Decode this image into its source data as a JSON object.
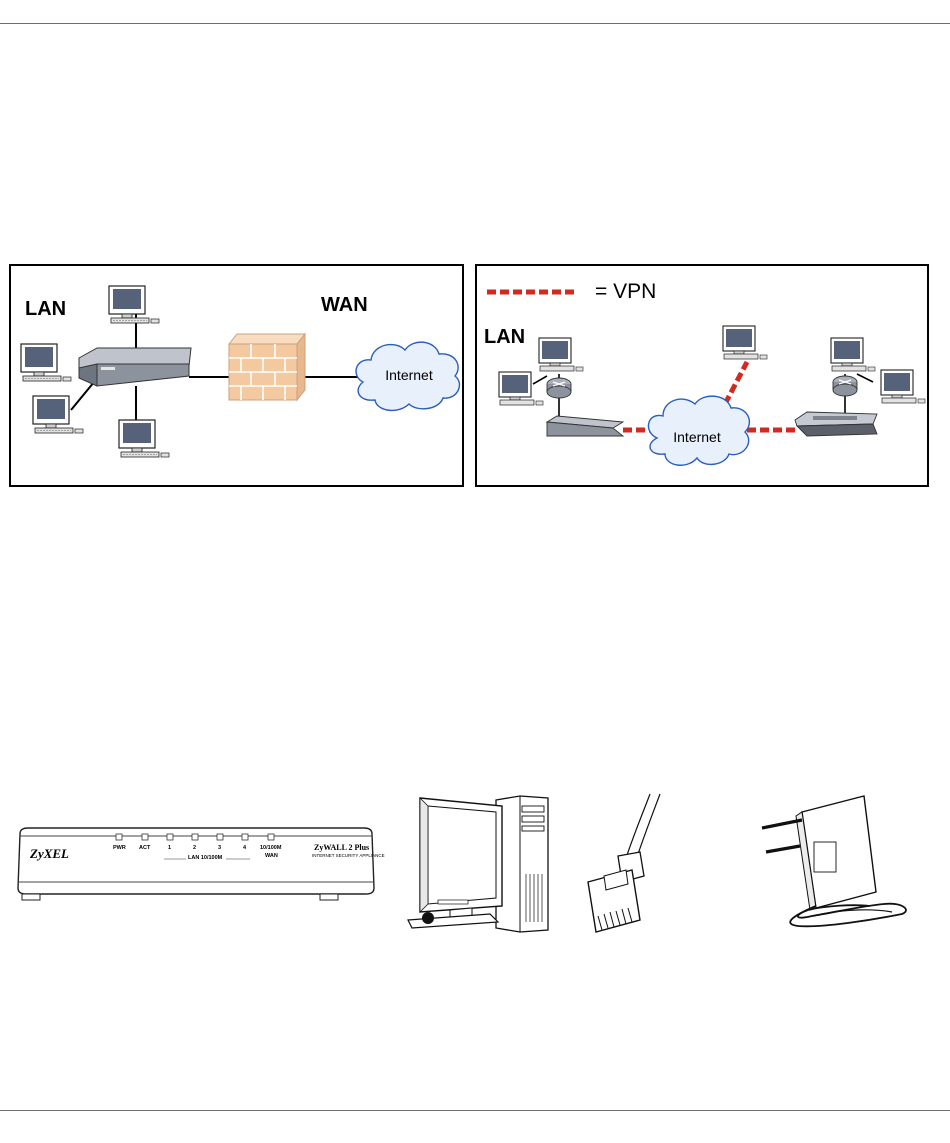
{
  "figure1": {
    "lan_label": "LAN",
    "wan_label": "WAN",
    "internet_label": "Internet"
  },
  "figure2": {
    "legend_text": "= VPN",
    "lan_label": "LAN",
    "internet_label": "Internet",
    "vpn_color": "#d22a1e"
  },
  "device": {
    "brand": "ZyXEL",
    "model": "ZyWALL 2 Plus",
    "subtitle": "INTERNET SECURITY APPLIANCE",
    "leds": [
      "PWR",
      "ACT",
      "1",
      "2",
      "3",
      "4",
      "10/100M"
    ],
    "lan_group_label": "LAN 10/100M",
    "wan_label": "WAN"
  },
  "colors": {
    "firewall": "#f4c9a0",
    "cloud": "#e8f0fb",
    "monitor_screen": "#56627a",
    "rule": "#6e6e6e"
  }
}
